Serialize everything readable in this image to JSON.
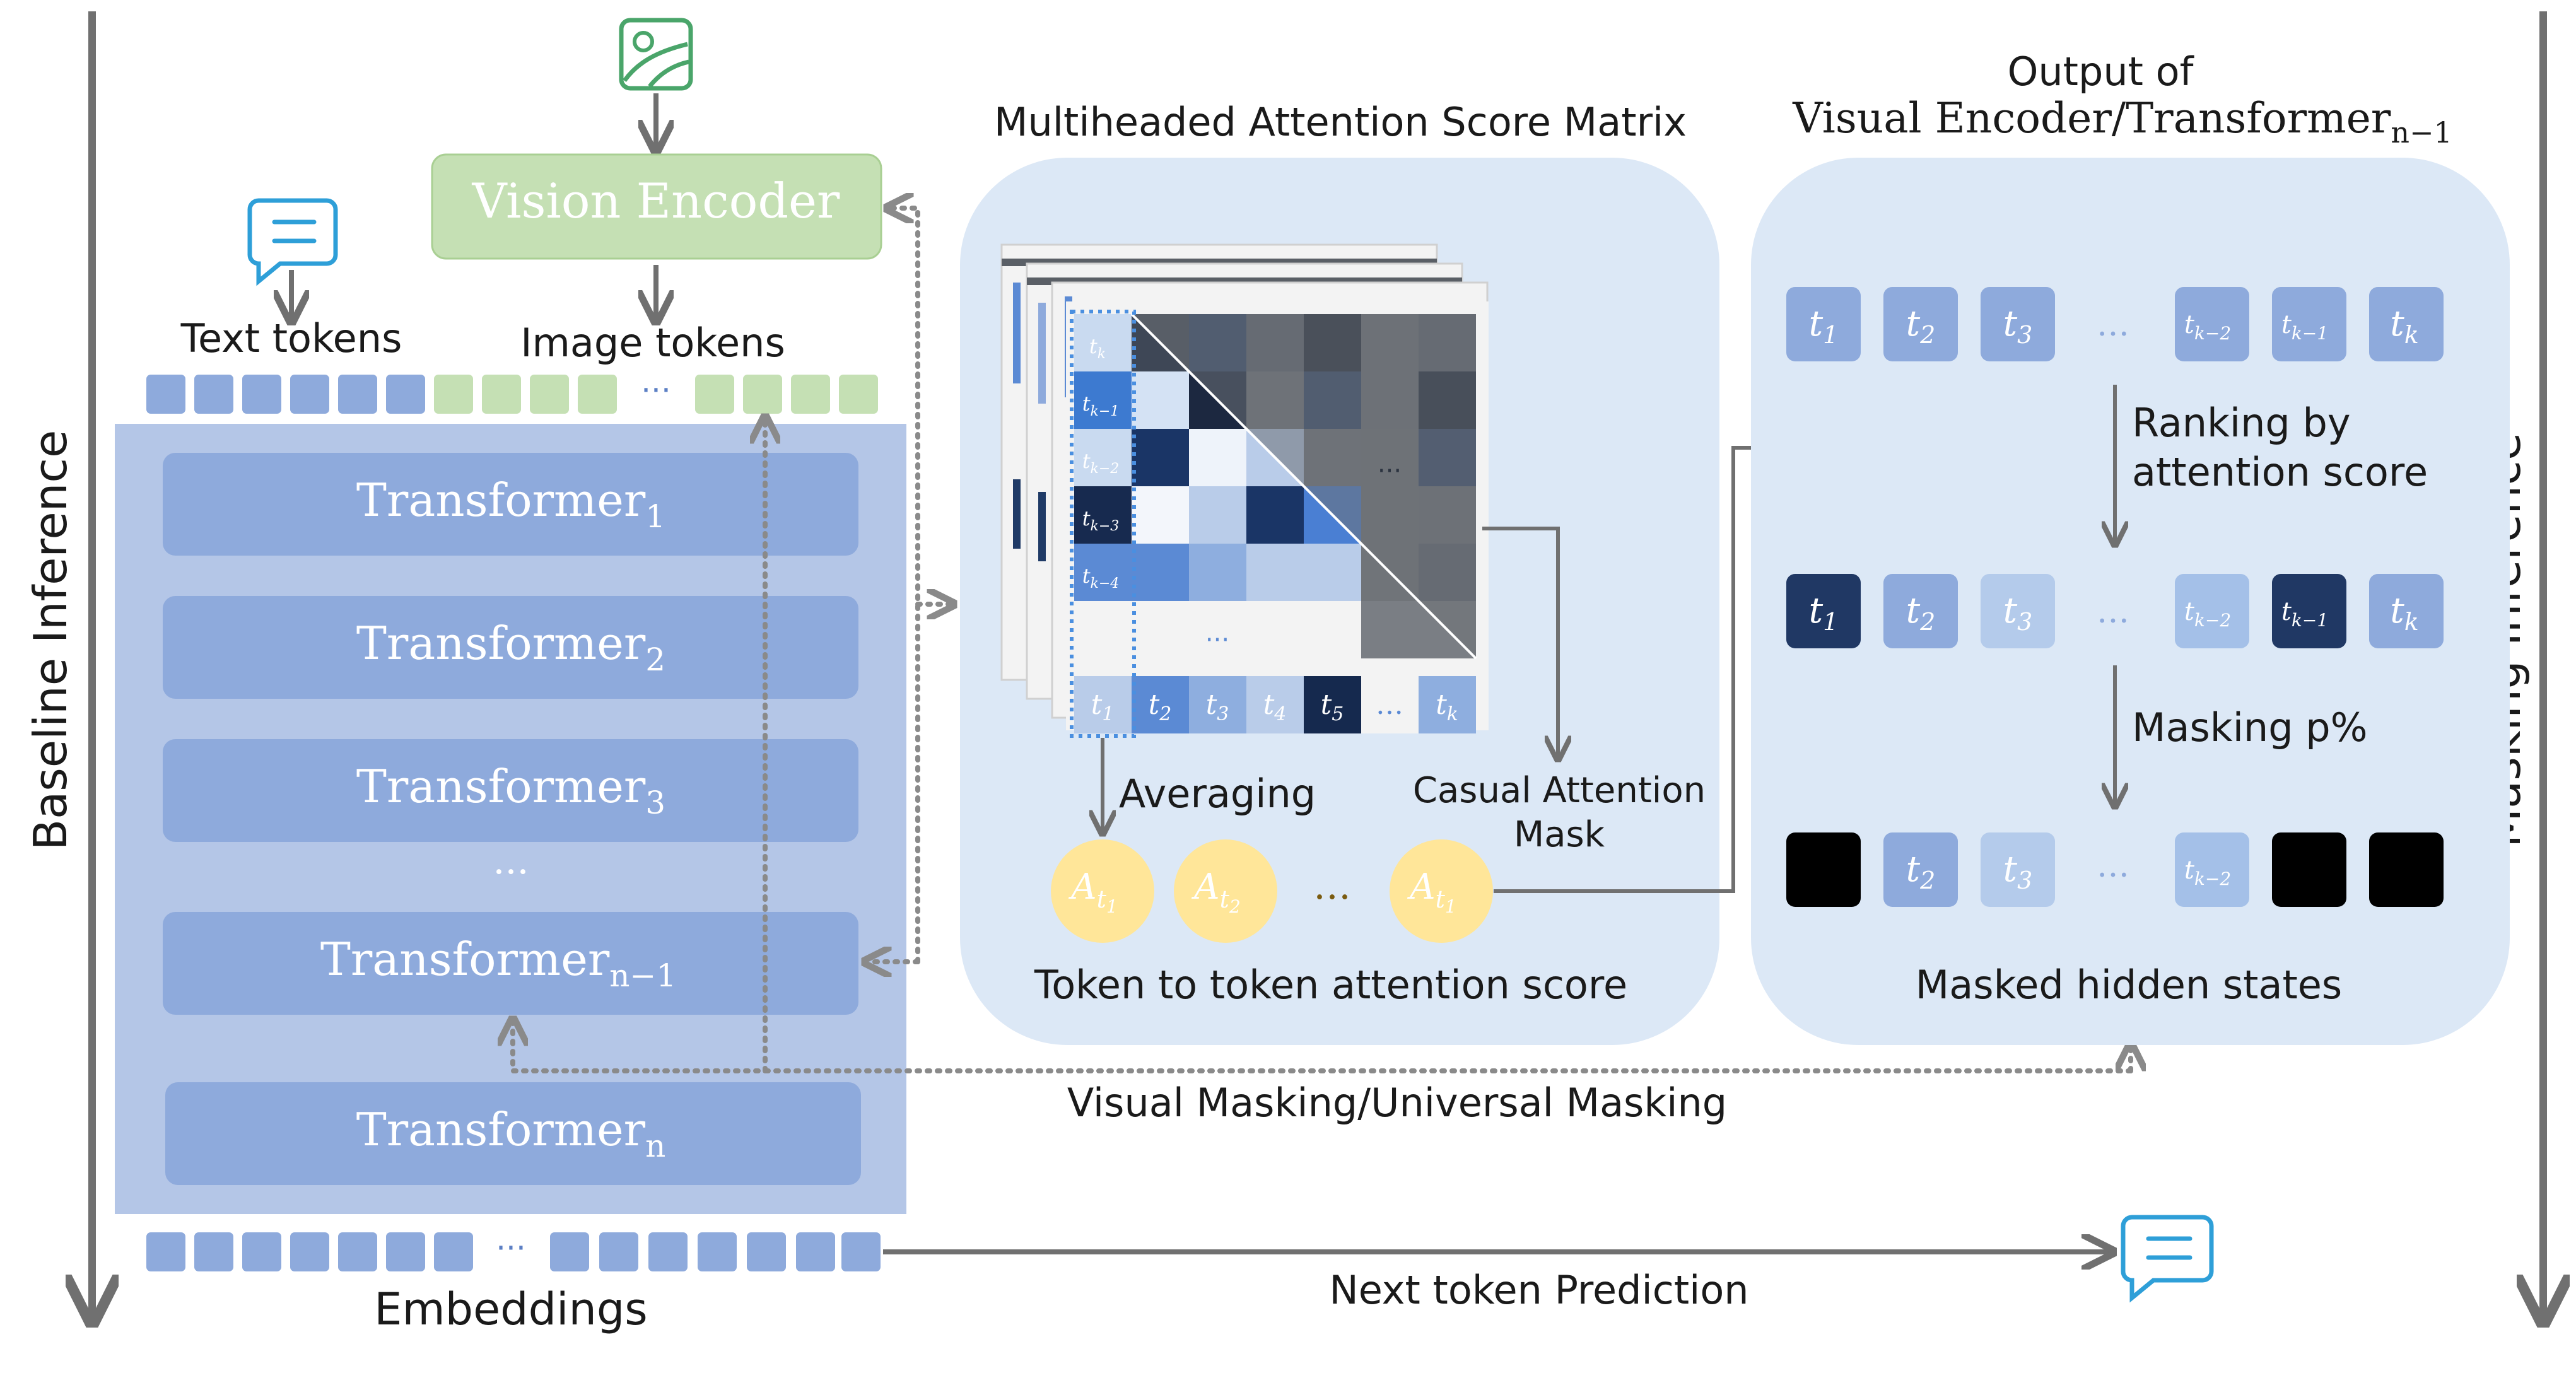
{
  "side_labels": {
    "left": "Baseline Inference",
    "right": "Masking Inference"
  },
  "encoder": {
    "label": "Vision Encoder"
  },
  "inputs": {
    "text_tokens": "Text tokens",
    "image_tokens": "Image tokens",
    "ellipsis": "···"
  },
  "transformers": [
    {
      "name": "Transformer",
      "sub": "1"
    },
    {
      "name": "Transformer",
      "sub": "2"
    },
    {
      "name": "Transformer",
      "sub": "3"
    },
    {
      "name": "Transformer",
      "sub": "n−1"
    },
    {
      "name": "Transformer",
      "sub": "n"
    }
  ],
  "transformer_gap": "...",
  "embeddings": {
    "label": "Embeddings",
    "ellipsis": "···"
  },
  "attention_panel": {
    "title": "Multiheaded Attention Score Matrix",
    "col_tokens": [
      {
        "base": "t",
        "sub": "1"
      },
      {
        "base": "t",
        "sub": "2"
      },
      {
        "base": "t",
        "sub": "3"
      },
      {
        "base": "t",
        "sub": "4"
      },
      {
        "base": "t",
        "sub": "5"
      },
      {
        "base": "…",
        "sub": ""
      },
      {
        "base": "t",
        "sub": "k"
      }
    ],
    "row_tokens": [
      {
        "base": "t",
        "sub": "k"
      },
      {
        "base": "t",
        "sub": "k−1"
      },
      {
        "base": "t",
        "sub": "k−2"
      },
      {
        "base": "t",
        "sub": "k−3"
      },
      {
        "base": "t",
        "sub": "k−4"
      }
    ],
    "ellipsis": "···",
    "averaging": "Averaging",
    "mask_label_1": "Casual Attention",
    "mask_label_2": "Mask",
    "score_tokens": [
      {
        "base": "A",
        "sub": "t",
        "subsub": "1"
      },
      {
        "base": "A",
        "sub": "t",
        "subsub": "2"
      },
      {
        "base": "…",
        "sub": "",
        "subsub": ""
      },
      {
        "base": "A",
        "sub": "t",
        "subsub": "1"
      }
    ],
    "caption": "Token to token attention score"
  },
  "output_panel": {
    "title_1": "Output of",
    "title_2": "Visual Encoder/Transformer",
    "title_sub": "n−1",
    "tokens": [
      {
        "base": "t",
        "sub": "1"
      },
      {
        "base": "t",
        "sub": "2"
      },
      {
        "base": "t",
        "sub": "3"
      },
      {
        "base": "…",
        "sub": ""
      },
      {
        "base": "t",
        "sub": "k−2"
      },
      {
        "base": "t",
        "sub": "k−1"
      },
      {
        "base": "t",
        "sub": "k"
      }
    ],
    "ranking_1": "Ranking by",
    "ranking_2": "attention score",
    "masking": "Masking p%",
    "caption": "Masked hidden states"
  },
  "visual_masking": "Visual Masking/Universal Masking",
  "next_token": "Next token Prediction",
  "colors": {
    "panel": "#dce8f6",
    "stack": "#b4c6e7",
    "block": "#8eaadc",
    "encoder": "#c5e0b4",
    "token_blue": "#8eaadc",
    "token_green": "#c5e0b4",
    "score": "#ffe699",
    "dark_navy": "#203864",
    "arrow": "#707070",
    "icon_green": "#4aa56a",
    "icon_blue": "#2e9fd8"
  }
}
